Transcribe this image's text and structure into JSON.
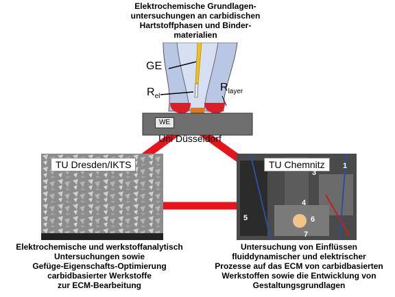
{
  "top": {
    "caption": "Elektrochemische Grundlagen-\nuntersuchungen an carbidischen\nHartstoffphasen und Binder-\nmaterialien",
    "ge": "GE",
    "rel_main": "R",
    "rel_sub": "el",
    "rlayer_main": "R",
    "rlayer_sub": "layer",
    "we": "WE",
    "institution": "Uni Düsseldorf"
  },
  "left": {
    "institution": "TU Dresden/IKTS",
    "caption": "Elektrochemische und werkstoffanalytisch\nUntersuchungen sowie\nGefüge-Eigenschafts-Optimierung\ncarbidbasierter Werkstoffe\nzur ECM-Bearbeitung"
  },
  "right": {
    "institution": "TU Chemnitz",
    "numbers": [
      "1",
      "3",
      "4",
      "5",
      "6",
      "7"
    ],
    "caption": "Untersuchung von Einflüssen\nfluiddynamischer und elektrischer\nProzesse auf das ECM von carbidbasierten\nWerkstoffen sowie die Entwicklung von\nGestaltungsgrundlagen"
  },
  "colors": {
    "connector": "#e8141c",
    "gold_wire": "#f0c020",
    "droplet": "#d8202a",
    "substrate": "#6f6f6f"
  }
}
